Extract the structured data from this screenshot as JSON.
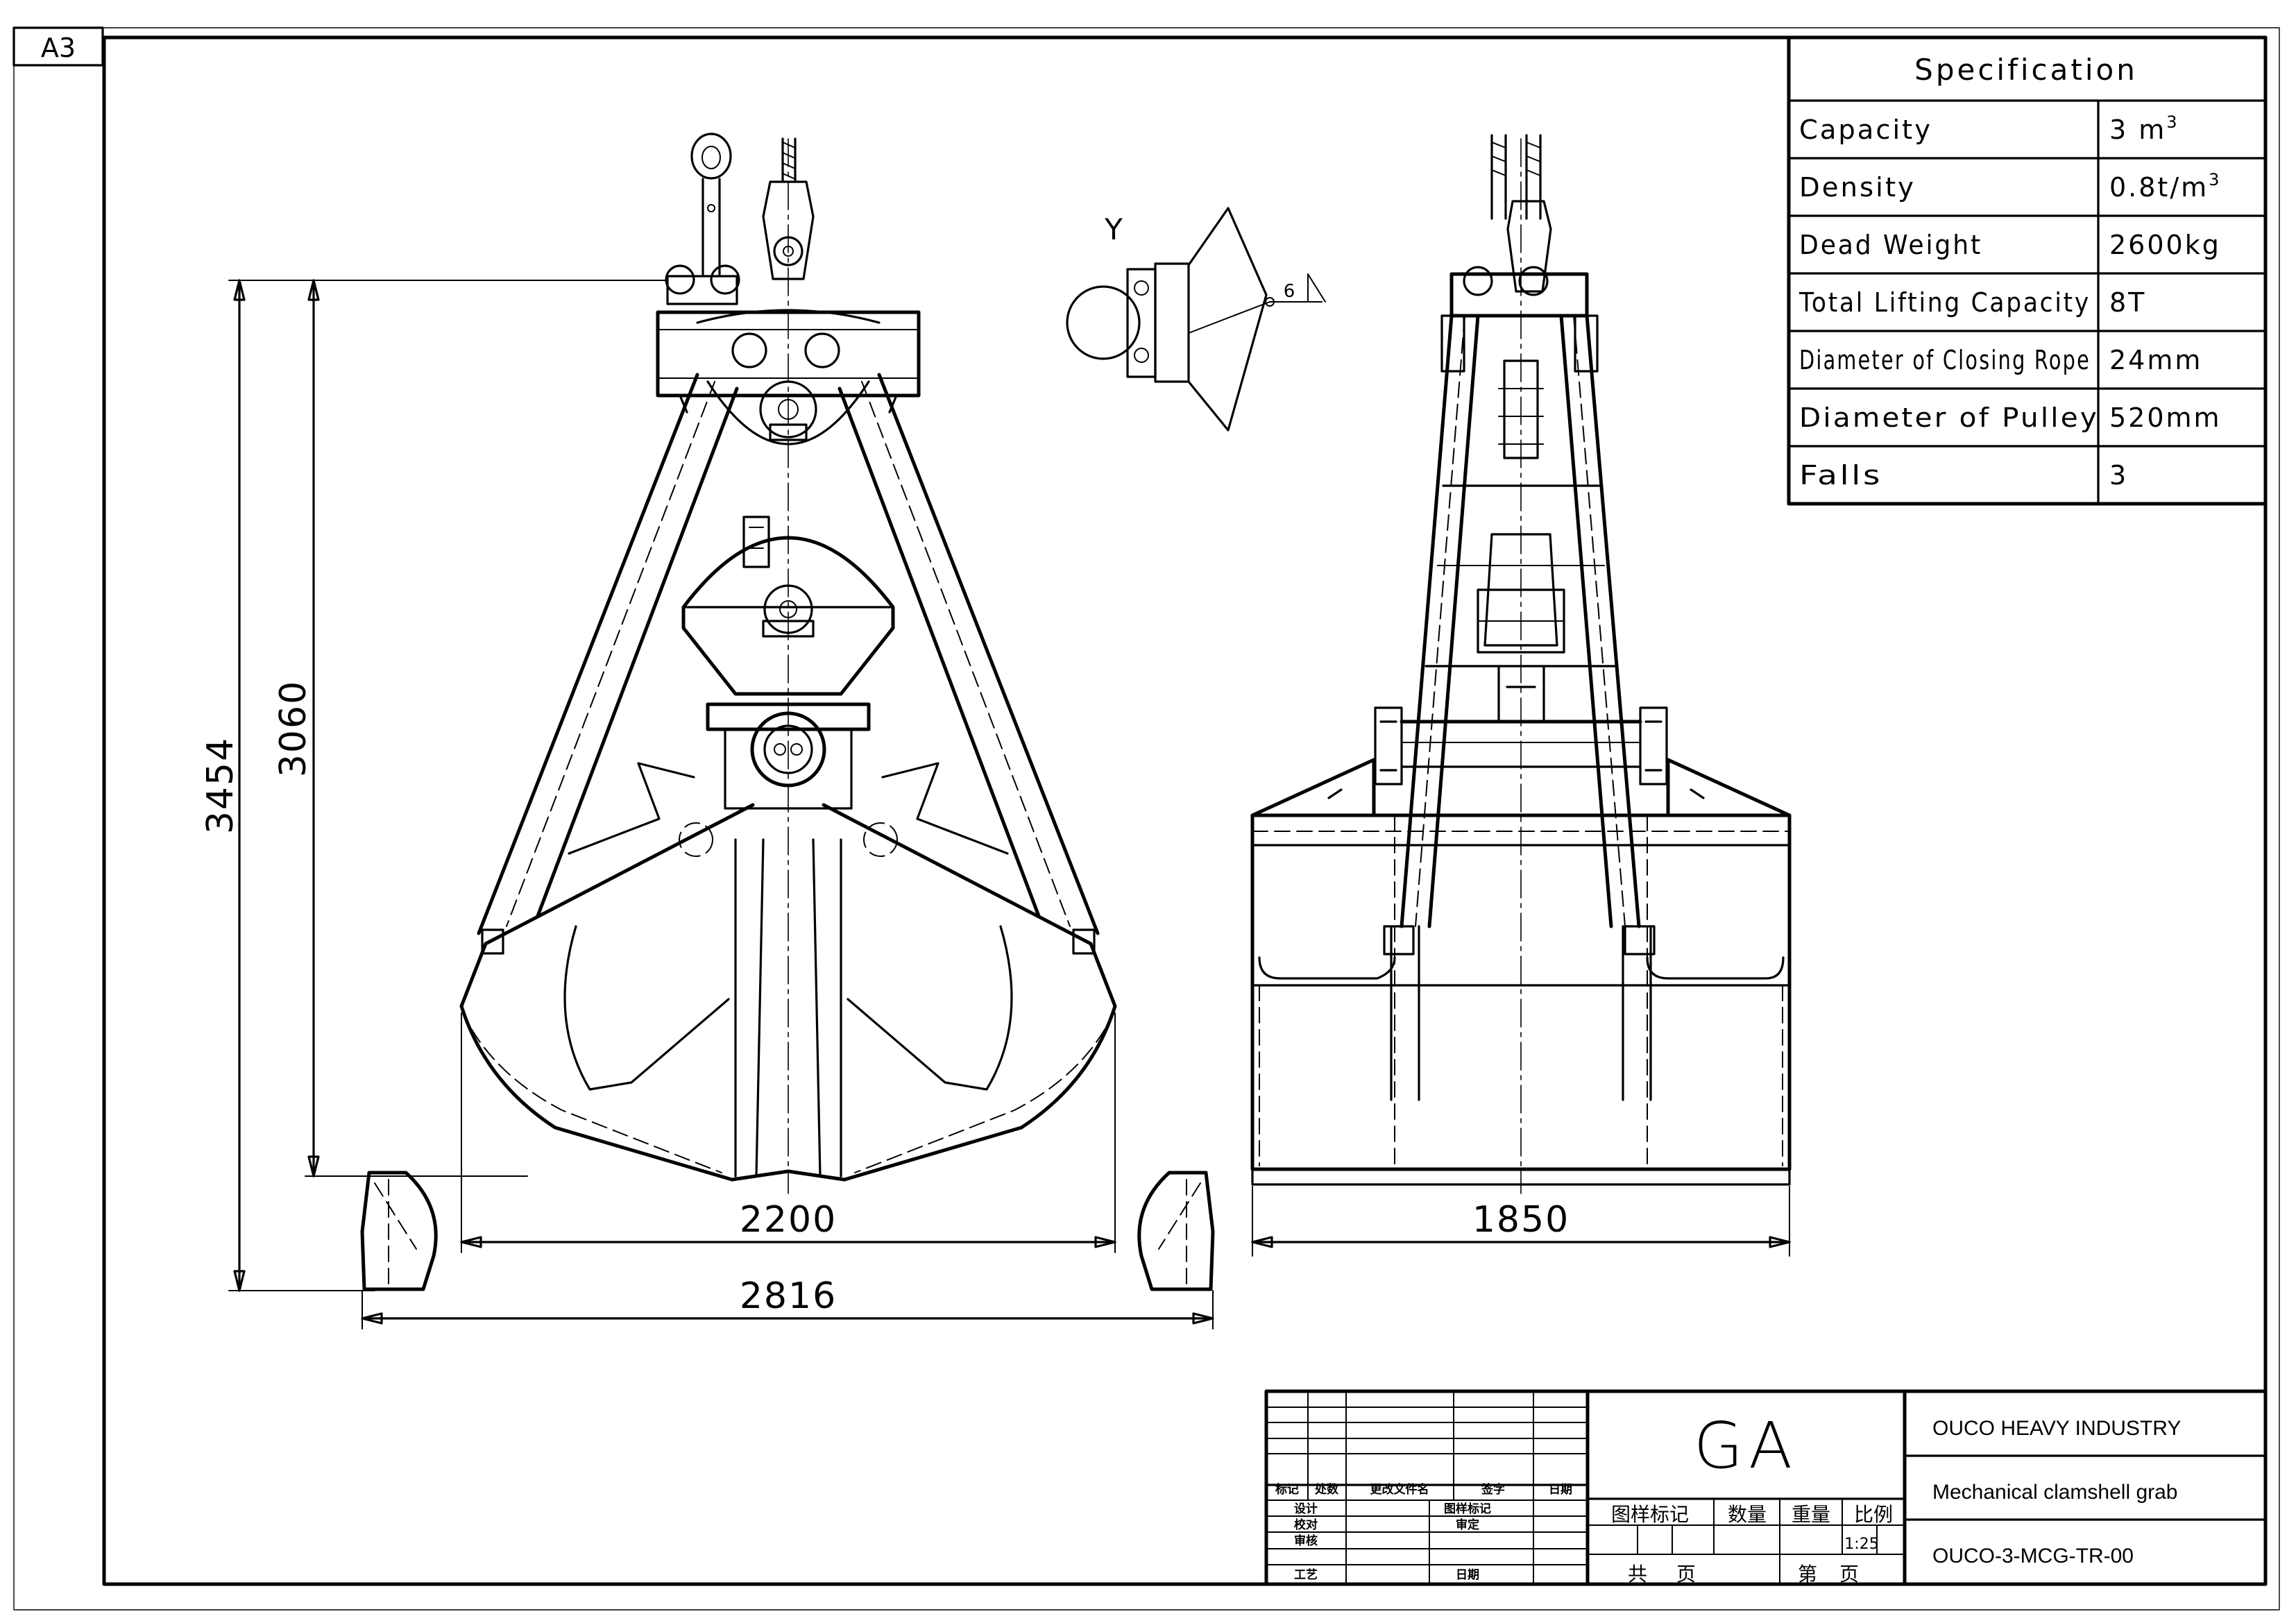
{
  "sheet": {
    "size_label": "A3"
  },
  "weld_detail": {
    "view_label": "Y",
    "weld_size": "6"
  },
  "specification": {
    "title": "Specification",
    "rows": [
      {
        "label": "Capacity",
        "value": "3 m",
        "sup": "3"
      },
      {
        "label": "Density",
        "value": "0.8t/m",
        "sup": "3"
      },
      {
        "label": "Dead Weight",
        "value": "2600kg",
        "sup": ""
      },
      {
        "label": "Total Lifting Capacity",
        "value": "8T",
        "sup": ""
      },
      {
        "label": "Diameter of Closing Rope",
        "value": "24mm",
        "sup": ""
      },
      {
        "label": "Diameter of Pulley",
        "value": "520mm",
        "sup": ""
      },
      {
        "label": "Falls",
        "value": "3",
        "sup": ""
      }
    ]
  },
  "dimensions": {
    "overall_height": "3454",
    "closed_height": "3060",
    "closed_width": "2200",
    "open_width": "2816",
    "side_width": "1850"
  },
  "title_block": {
    "drawing_label": "GA",
    "company": "OUCO HEAVY INDUSTRY",
    "drawing_name": "Mechanical clamshell grab",
    "drawing_number": "OUCO-3-MCG-TR-00",
    "scale": "1:25",
    "rev_headers": [
      "标记",
      "处数",
      "更改文件名",
      "签字",
      "日期"
    ],
    "sign_rows": [
      {
        "role": "设计",
        "mid": "图样标记"
      },
      {
        "role": "校对",
        "mid": "审定"
      },
      {
        "role": "审核",
        "mid": ""
      },
      {
        "role": "工艺",
        "mid": "日期"
      }
    ],
    "headers": [
      "图样标记",
      "数量",
      "重量",
      "比例"
    ],
    "sheet_total": "共",
    "sheet_unit": "页",
    "sheet_no": "第",
    "sheet_unit2": "页"
  }
}
